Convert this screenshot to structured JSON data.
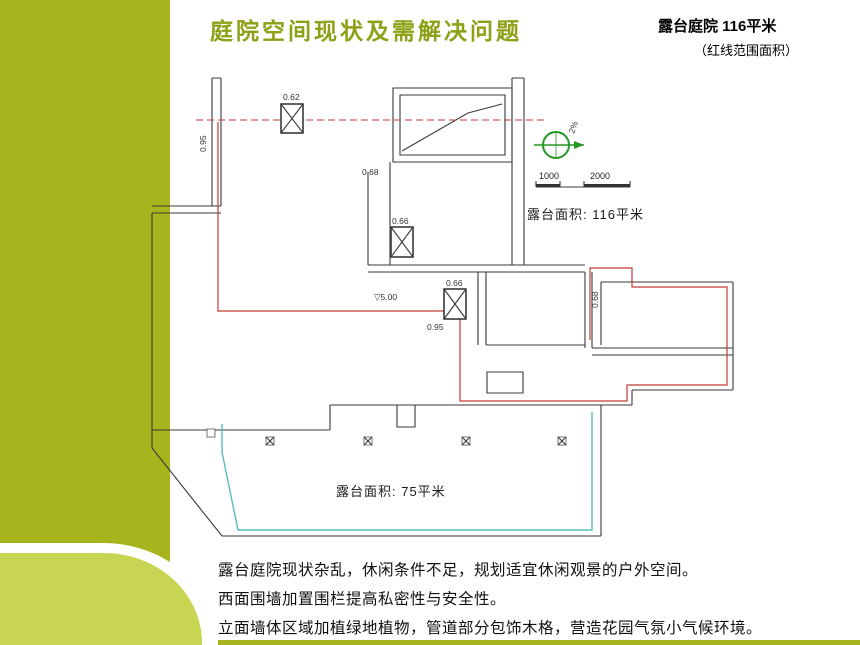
{
  "slide": {
    "title": "庭院空间现状及需解决问题",
    "corner_note": {
      "line1": "露台庭院 116平米",
      "line2": "（红线范围面积）"
    },
    "notes": [
      "露台庭院现状杂乱，休闲条件不足，规划适宜休闲观景的户外空间。",
      "西面围墙加置围栏提高私密性与安全性。",
      "立面墙体区域加植绿地植物，管道部分包饰木格，营造花园气氛小气候环境。"
    ]
  },
  "plan": {
    "area_labels": {
      "upper": "露台面积: 116平米",
      "lower": "露台面积: 75平米"
    },
    "dims": {
      "d1": "0.62",
      "d2": "0.95",
      "d3": "0.68",
      "d4": "0.66",
      "d5": "0.66",
      "d6": "0.68",
      "d7": "0.95",
      "level": "▽5.00",
      "slope": "2%"
    },
    "scale_ticks": [
      "1000",
      "2000"
    ],
    "colors": {
      "red_line": "#c43b35",
      "cyan_line": "#5bbcbc",
      "wall": "#3a3a3a",
      "symbol_green": "#229922"
    }
  },
  "theme": {
    "band": "#a6b41d",
    "band_light": "#c8d552",
    "title_color": "#8da016"
  }
}
